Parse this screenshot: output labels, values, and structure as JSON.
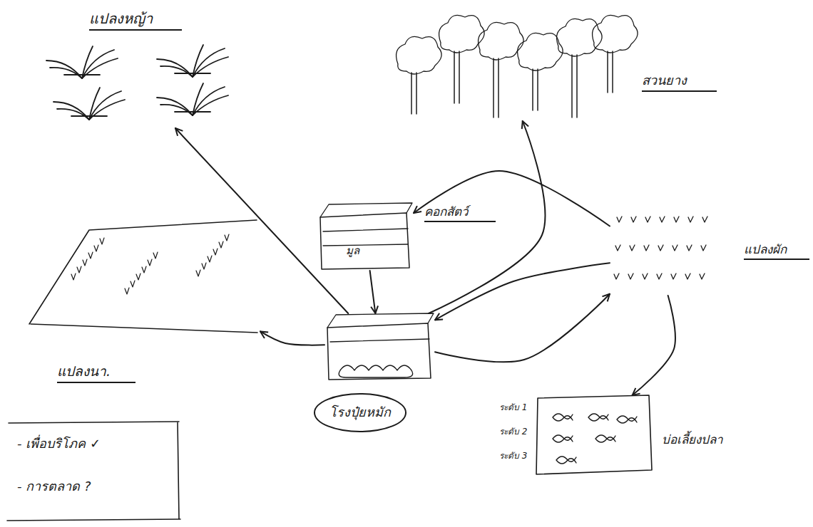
{
  "diagram": {
    "nodes": [
      {
        "text": [
          "แปลงหญ้า"
        ]
      },
      {
        "text": [
          "สวนยาง"
        ]
      },
      {
        "text": [
          "คอกสัตว์",
          "มูล"
        ]
      },
      {
        "text": [
          "โรงปุ๋ยหมัก"
        ]
      },
      {
        "text": [
          "แปลงผัก"
        ]
      },
      {
        "text": [
          "แปลงนา."
        ]
      },
      {
        "text": [
          "- เพื่อบริโภค ✓",
          "- การตลาด ?"
        ]
      },
      {
        "text": [
          "บ่อเลี้ยงปลา"
        ]
      }
    ],
    "edges": [
      {
        "from": 3,
        "to": 0,
        "arrow": "to"
      },
      {
        "from": 3,
        "to": 1,
        "arrow": "to"
      },
      {
        "from": 2,
        "to": 3,
        "arrow": "to"
      },
      {
        "from": 3,
        "to": 5,
        "arrow": "to"
      },
      {
        "from": 4,
        "to": 2,
        "arrow": "to"
      },
      {
        "from": 4,
        "to": 3,
        "arrow": "to"
      },
      {
        "from": 3,
        "to": 4,
        "arrow": "to"
      },
      {
        "from": 4,
        "to": 7,
        "arrow": "to"
      }
    ],
    "labels": [
      "ระดับ 1",
      "ระดับ 2",
      "ระดับ 3"
    ]
  }
}
